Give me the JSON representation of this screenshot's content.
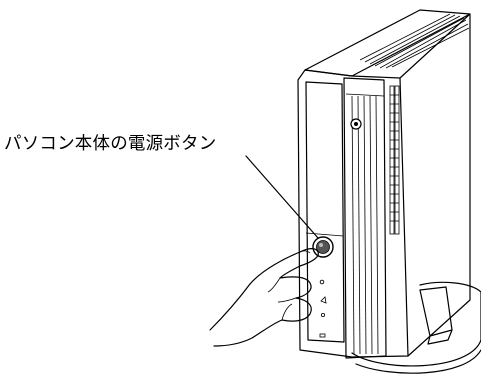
{
  "callout": {
    "label": "パソコン本体の電源ボタン"
  },
  "illustration": {
    "subject": "desktop-pc-tower",
    "action": "finger-pressing-power-button",
    "icons": [
      "power-button-icon",
      "indicator-led-icon",
      "cdrom-icon",
      "floppy-icon"
    ]
  }
}
